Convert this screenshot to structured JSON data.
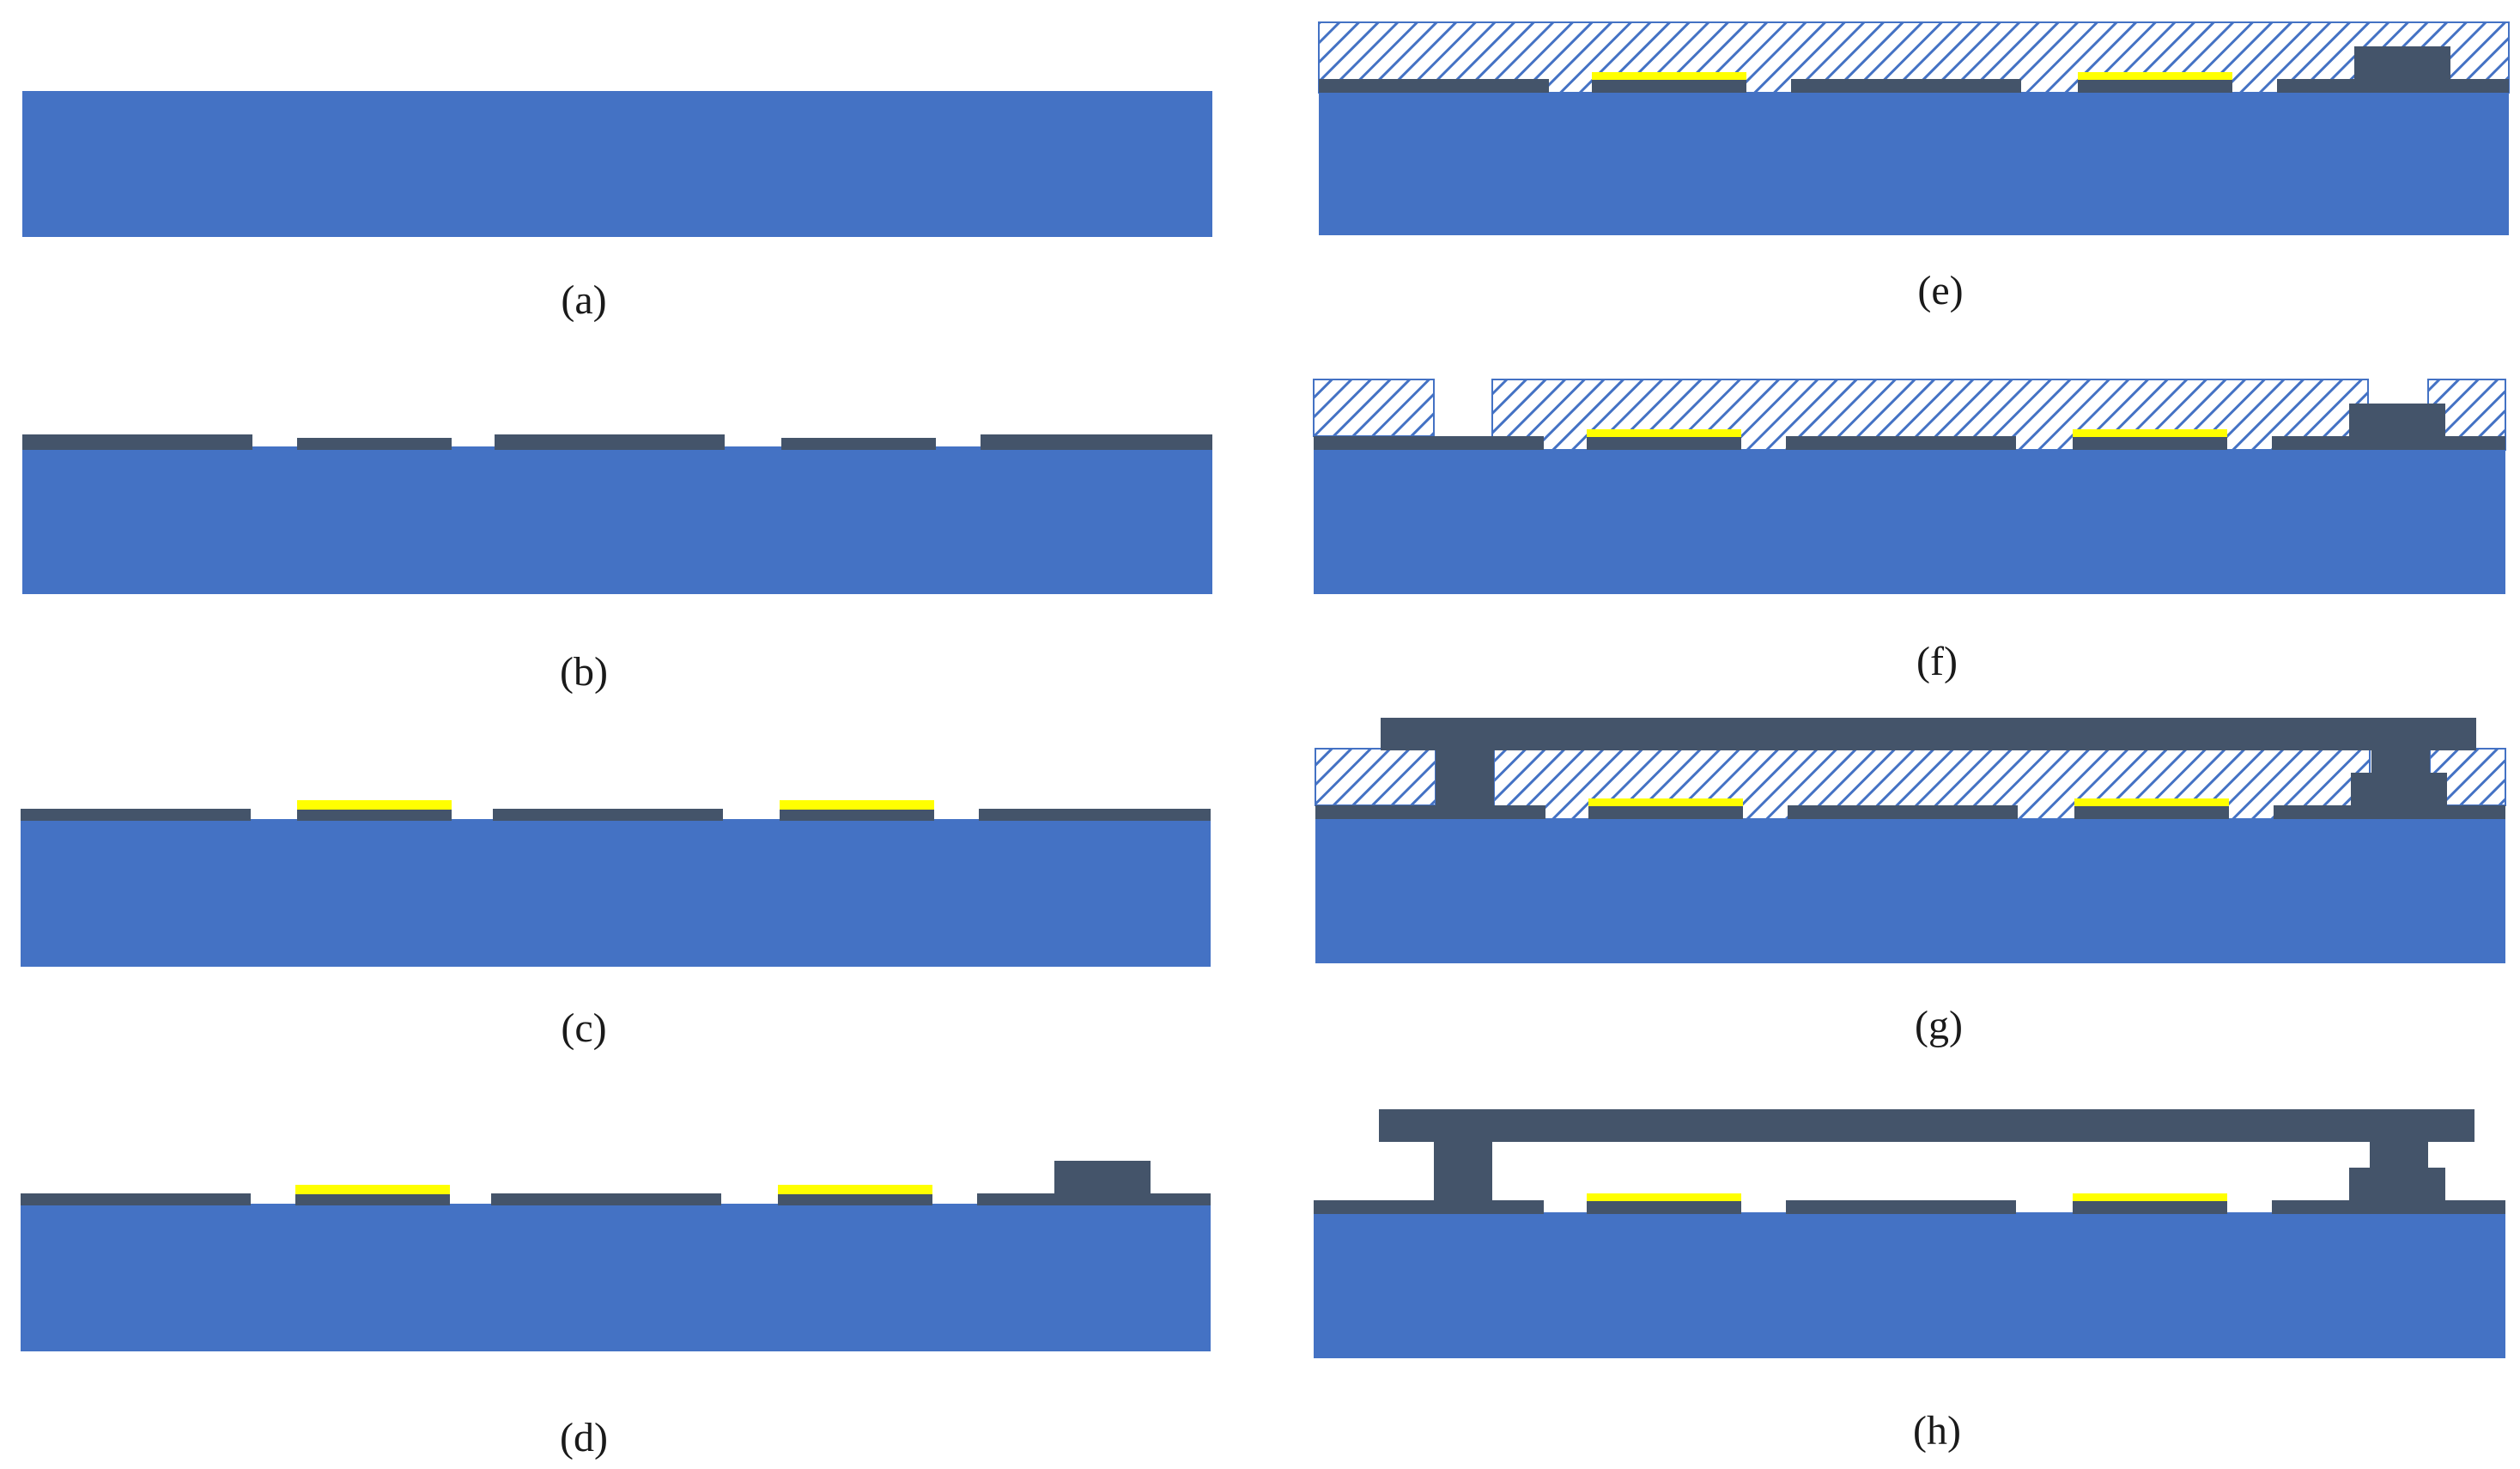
{
  "colors": {
    "substrate": "#4472C4",
    "dark_layer": "#44546A",
    "electrode": "#FFFF00",
    "hatch_stroke": "#4472C4",
    "hatch_bg": "#ffffff",
    "caption": "#1a1a1a"
  },
  "captions": {
    "a": "(a)",
    "b": "(b)",
    "c": "(c)",
    "d": "(d)",
    "e": "(e)",
    "f": "(f)",
    "g": "(g)",
    "h": "(h)"
  }
}
